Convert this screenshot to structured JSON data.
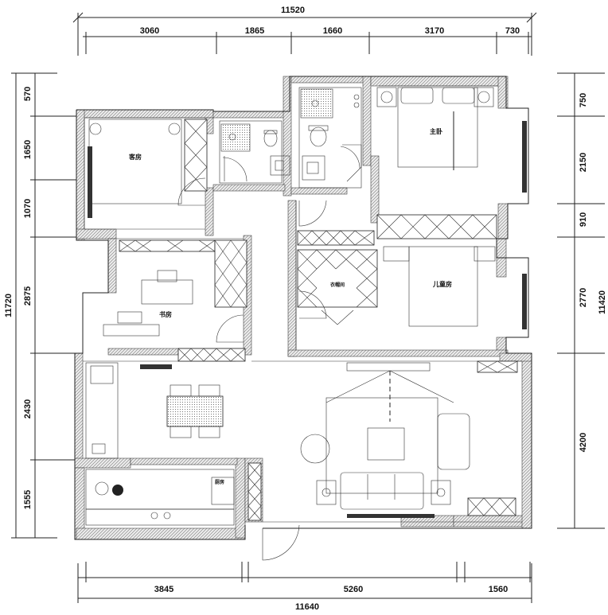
{
  "dimensions": {
    "top_total": "11520",
    "top_segments": [
      "3060",
      "1865",
      "1660",
      "3170",
      "730"
    ],
    "bottom_total": "11640",
    "bottom_segments": [
      "3845",
      "5260",
      "1560"
    ],
    "left_total": "11720",
    "left_segments": [
      "570",
      "1650",
      "1070",
      "2875",
      "2430",
      "1555"
    ],
    "right_total": "11420",
    "right_segments": [
      "750",
      "2150",
      "910",
      "2770",
      "4200"
    ]
  },
  "rooms": {
    "guest_bedroom": "客房",
    "master_bedroom": "主卧",
    "kids_room": "儿童房",
    "study": "书房",
    "kitchen": "厨房",
    "walk_in": "衣帽间"
  },
  "colors": {
    "wall": "#6e6e6e",
    "line": "#222222",
    "background": "#ffffff"
  }
}
